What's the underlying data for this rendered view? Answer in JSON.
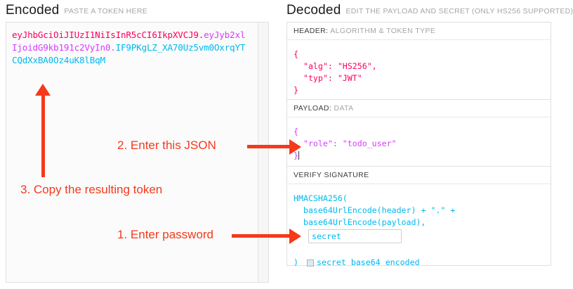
{
  "columns": {
    "encoded": {
      "title": "Encoded",
      "subtitle": "PASTE A TOKEN HERE",
      "token": {
        "header_part": "eyJhbGciOiJIUzI1NiIsInR5cCI6IkpXVCJ9",
        "dot1": ".",
        "payload_part": "eyJyb2xlIjoidG9kb191c2VyIn0",
        "dot2": ".",
        "signature_part": "IF9PKgLZ_XA70Uz5vm0OxrqYTCQdXxBA0Oz4uK8lBqM"
      }
    },
    "decoded": {
      "title": "Decoded",
      "subtitle": "EDIT THE PAYLOAD AND SECRET (ONLY HS256 SUPPORTED)",
      "sections": {
        "header": {
          "label_strong": "HEADER:",
          "label_light": "ALGORITHM & TOKEN TYPE",
          "body": "{\n  \"alg\": \"HS256\",\n  \"typ\": \"JWT\"\n}"
        },
        "payload": {
          "label_strong": "PAYLOAD:",
          "label_light": "DATA",
          "body": "{\n  \"role\": \"todo_user\"\n}"
        },
        "verify": {
          "label_strong": "VERIFY SIGNATURE",
          "label_light": "",
          "line1": "HMACSHA256(",
          "line2": "  base64UrlEncode(header) + \".\" +",
          "line3": "  base64UrlEncode(payload),",
          "secret_value": "secret",
          "secret_placeholder": "secret",
          "close_paren": ")",
          "base64_label": "secret base64 encoded",
          "base64_checked": false
        }
      }
    }
  },
  "annotations": [
    {
      "id": "step1",
      "text": "1. Enter password"
    },
    {
      "id": "step2",
      "text": "2. Enter this JSON"
    },
    {
      "id": "step3",
      "text": "3. Copy the resulting token"
    }
  ],
  "colors": {
    "annotation_red": "#f5391a",
    "jwt_header": "#fb015b",
    "jwt_payload": "#d63aff",
    "jwt_signature": "#00b9f1",
    "panel_border": "#e0e0e0"
  }
}
